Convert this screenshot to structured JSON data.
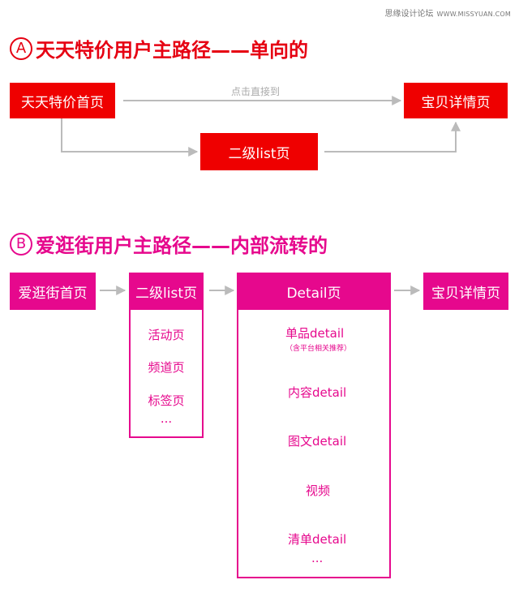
{
  "watermark": {
    "text": "思缘设计论坛",
    "url": "WWW.MISSYUAN.COM"
  },
  "section_a": {
    "marker": "A",
    "title": "天天特价用户主路径——单向的",
    "home": "天天特价首页",
    "edge_label": "点击直接到",
    "list": "二级list页",
    "detail": "宝贝详情页"
  },
  "section_b": {
    "marker": "B",
    "title": "爱逛街用户主路径——内部流转的",
    "home": "爱逛街首页",
    "list": "二级list页",
    "list_items": [
      "活动页",
      "频道页",
      "标签页",
      "..."
    ],
    "detail_page": "Detail页",
    "detail_items": {
      "single": "单品detail",
      "single_note": "（含平台相关推荐）",
      "content": "内容detail",
      "graphic": "图文detail",
      "video": "视频",
      "checklist": "清单detail",
      "more": "..."
    },
    "final": "宝贝详情页"
  },
  "colors": {
    "red": "#ef0000",
    "pink": "#e6088d",
    "arrow": "#bbbbbb"
  }
}
